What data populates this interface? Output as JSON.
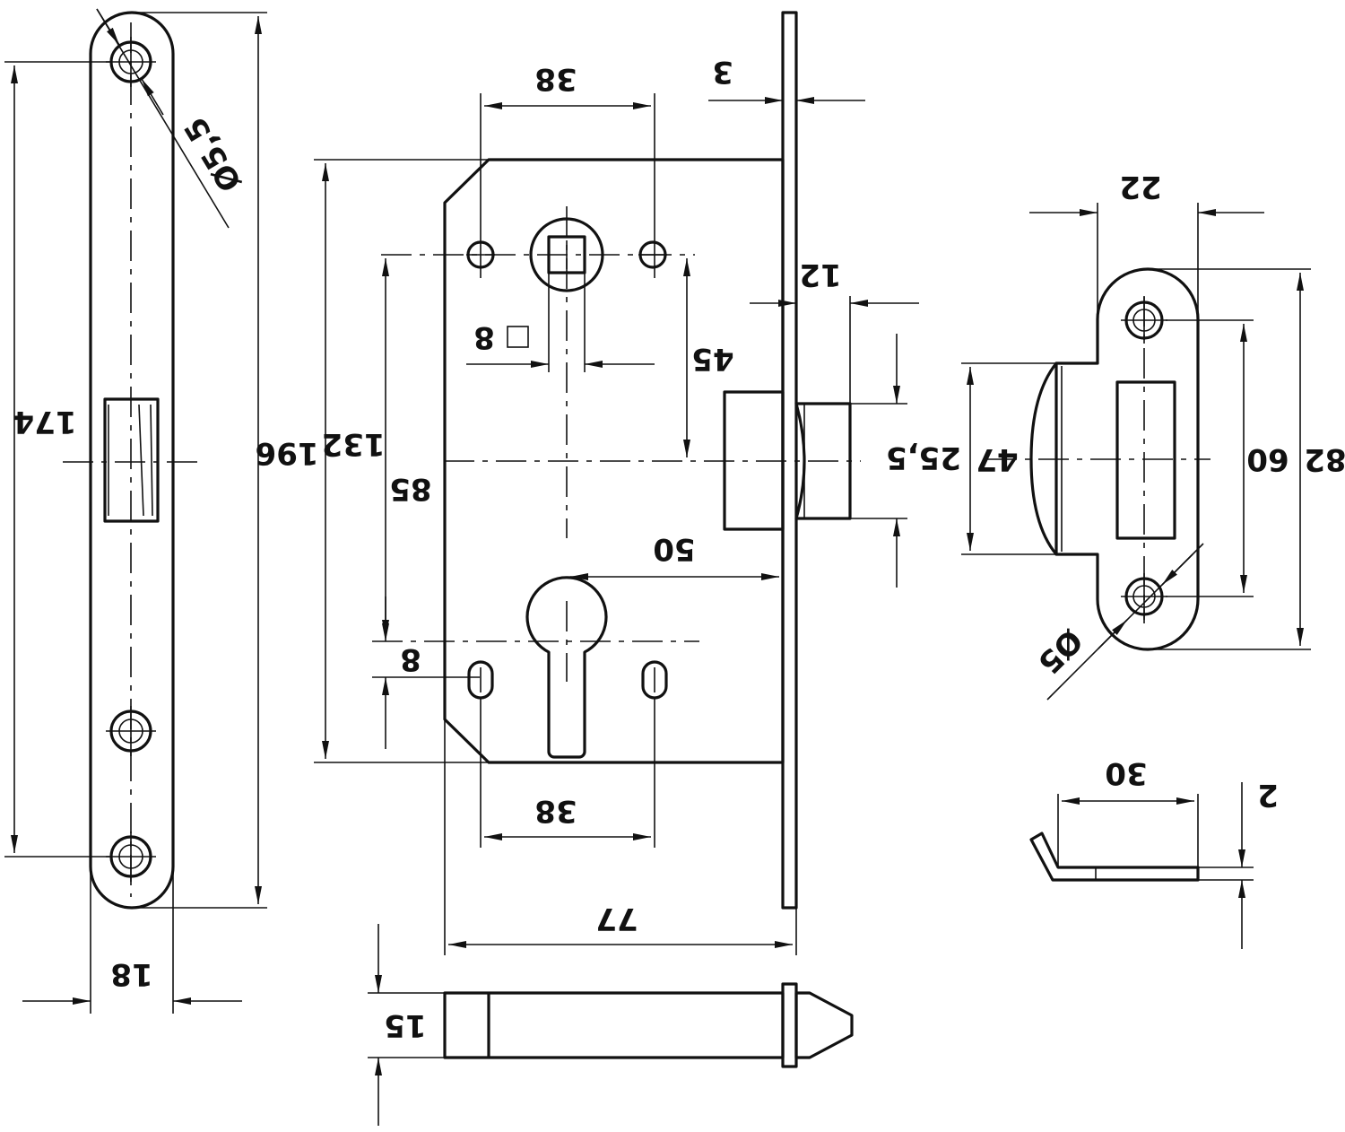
{
  "dimensions": {
    "faceplate_hole_diameter": "Ø5,5",
    "faceplate_hole_spacing": "174",
    "faceplate_length": "196",
    "faceplate_width": "18",
    "case_top_hole_spacing": "38",
    "faceplate_thickness": "3",
    "handle_spindle_square": "8",
    "spindle_to_latch_axis": "45",
    "case_height": "132",
    "spindle_to_cylinder_axis": "85",
    "latch_projection": "12",
    "latch_height": "25,5",
    "backset": "50",
    "cylinder_offset": "8",
    "case_bottom_hole_spacing": "38",
    "case_depth": "77",
    "bolt_height": "15",
    "strike_width": "22",
    "strike_tongue_height": "47",
    "strike_hole_spacing": "60",
    "strike_length": "82",
    "strike_hole_diameter": "Ø5",
    "plate_length": "30",
    "plate_thickness": "2"
  }
}
